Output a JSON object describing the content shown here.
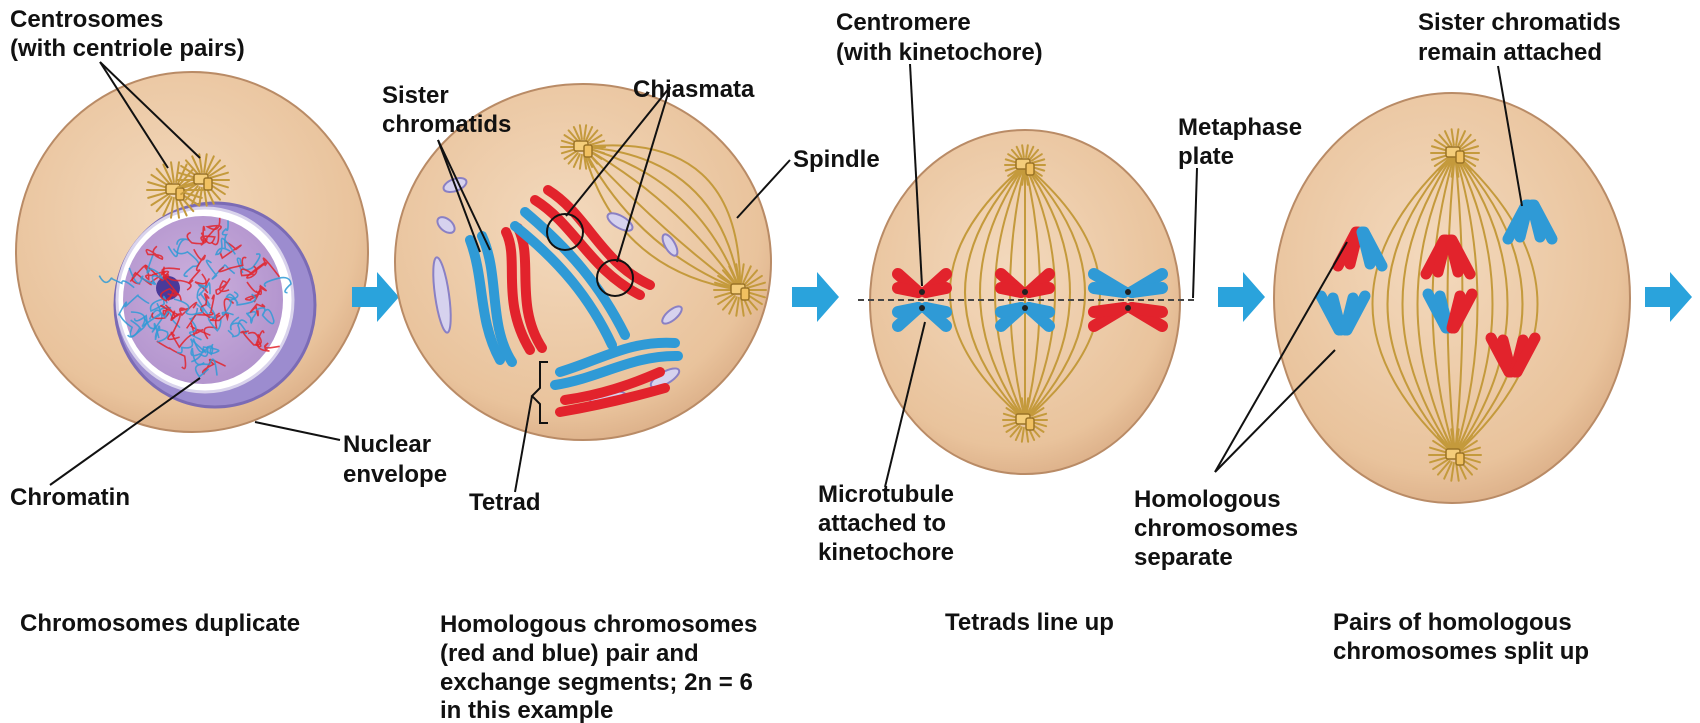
{
  "labels": {
    "centrosomes": [
      "Centrosomes",
      "(with centriole pairs)"
    ],
    "chromatin": "Chromatin",
    "nuclear_envelope": [
      "Nuclear",
      "envelope"
    ],
    "sister_chromatids": [
      "Sister",
      "chromatids"
    ],
    "chiasmata": "Chiasmata",
    "spindle": "Spindle",
    "tetrad": "Tetrad",
    "centromere": [
      "Centromere",
      "(with kinetochore)"
    ],
    "metaphase_plate": [
      "Metaphase",
      "plate"
    ],
    "microtubule": [
      "Microtubule",
      "attached to",
      "kinetochore"
    ],
    "sister_remain": [
      "Sister chromatids",
      "remain attached"
    ],
    "homologous_separate": [
      "Homologous",
      "chromosomes",
      "separate"
    ]
  },
  "captions": {
    "stage1": [
      "Chromosomes duplicate"
    ],
    "stage2": [
      "Homologous chromosomes",
      "(red and blue) pair and",
      "exchange segments; 2n = 6",
      "in this example"
    ],
    "stage3": [
      "Tetrads line up"
    ],
    "stage4": [
      "Pairs of homologous",
      "chromosomes split up"
    ]
  },
  "colors": {
    "cell": "#edc9a4",
    "cell_edge": "#b98b66",
    "red": "#e2232c",
    "blue": "#2f9ad6",
    "arrow": "#2aa3dc",
    "spindle": "#c49a3c",
    "nucleus": "#c7a3d8",
    "envelope": "#9a8ad0"
  }
}
